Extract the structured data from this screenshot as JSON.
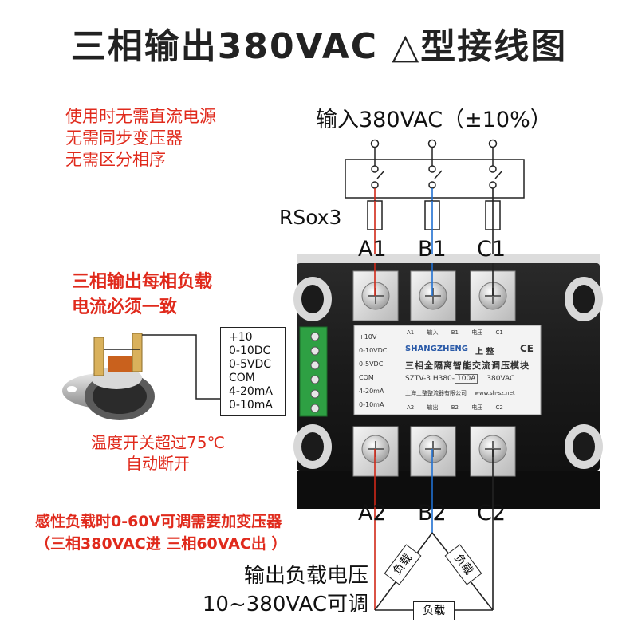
{
  "title": "三相输出380VAC △型接线图",
  "notes": [
    "使用时无需直流电源",
    "无需同步变压器",
    "无需区分相序"
  ],
  "input_label": "输入380VAC（±10%）",
  "fuse_label": "RSox3",
  "terminals_top": [
    "A1",
    "B1",
    "C1"
  ],
  "terminals_bottom": [
    "A2",
    "B2",
    "C2"
  ],
  "load_warning": [
    "三相输出每相负载",
    "电流必须一致"
  ],
  "control_signals": [
    "+10",
    "0-10DC",
    "0-5VDC",
    "COM",
    "4-20mA",
    "0-10mA"
  ],
  "temp_switch_note": [
    "温度开关超过75℃",
    "自动断开"
  ],
  "inductive_note": [
    "感性负载时0-60V可调需要加变压器",
    "（三相380VAC进 三相60VAC出 ）"
  ],
  "output_label": [
    "输出负载电压",
    "10~380VAC可调"
  ],
  "load_label": "负载",
  "module": {
    "left_pins": [
      "+10V",
      "0-10VDC",
      "0-5VDC",
      "COM",
      "4-20mA",
      "0-10mA"
    ],
    "brand_en": "SHANGZHENG",
    "brand_cn": "上 整",
    "ce": "CE",
    "name": "三相全隔离智能交流调压模块",
    "model": "SZTV-3 H380-",
    "current": "100A",
    "voltage": "380VAC",
    "company": "上海上整整流器有限公司",
    "website": "www.sh-sz.net",
    "input_tag": "输入",
    "supply_tag": "电压",
    "output_tag": "输出",
    "phase_tags_top": [
      "A1",
      "B1",
      "C1"
    ],
    "phase_tags_bottom": [
      "A2",
      "B2",
      "C2"
    ]
  },
  "colors": {
    "accent_red": "#e02a1c",
    "wire_blue": "#1f6fd1",
    "wire_red": "#d02818"
  }
}
